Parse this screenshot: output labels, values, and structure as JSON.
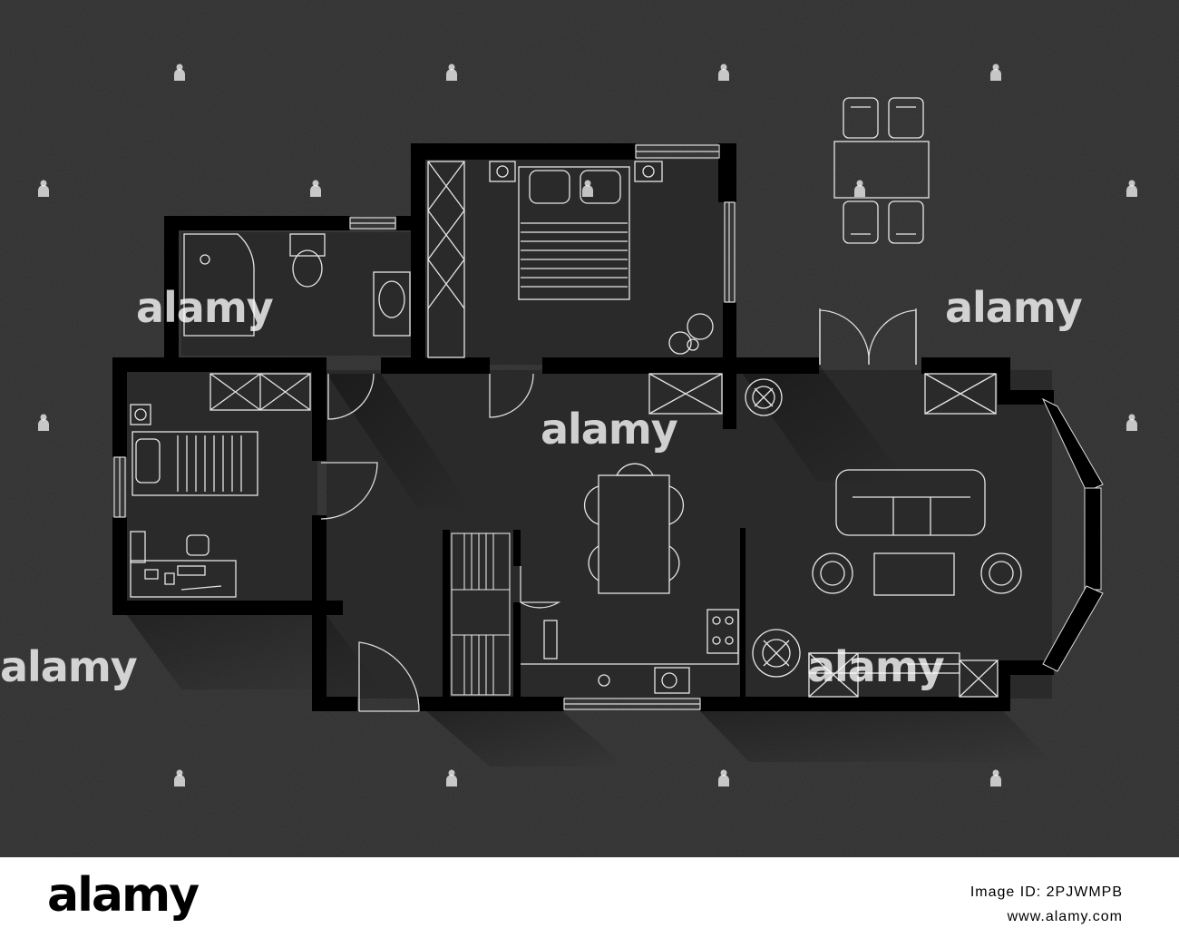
{
  "watermark": {
    "brand": "alamy",
    "text_marks": [
      "alamy",
      "alamy",
      "alamy",
      "alamy"
    ]
  },
  "footer": {
    "logo": "alamy",
    "image_id": "Image ID: 2PJWMPB",
    "url": "www.alamy.com"
  },
  "colors": {
    "board": "#2d2d2d",
    "wall": "#000000",
    "line": "#e8e8e8"
  },
  "icons": [
    "watermark-person-icon"
  ]
}
